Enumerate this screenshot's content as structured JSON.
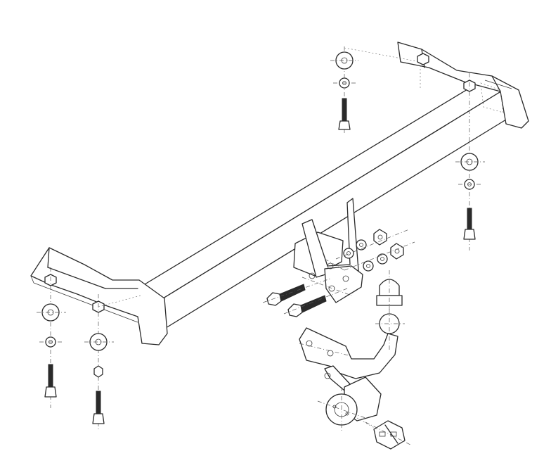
{
  "drawing": {
    "line_color": "#2a2a2a",
    "background": "#ffffff",
    "parts": [
      "crossbar",
      "right-mounting-bracket",
      "left-mounting-bracket",
      "center-mounting-plate",
      "tow-ball-neck",
      "tow-ball",
      "ball-cover-cap",
      "socket-bracket",
      "electrical-socket",
      "socket-connector-plug",
      "bolts",
      "washers",
      "nuts"
    ]
  }
}
